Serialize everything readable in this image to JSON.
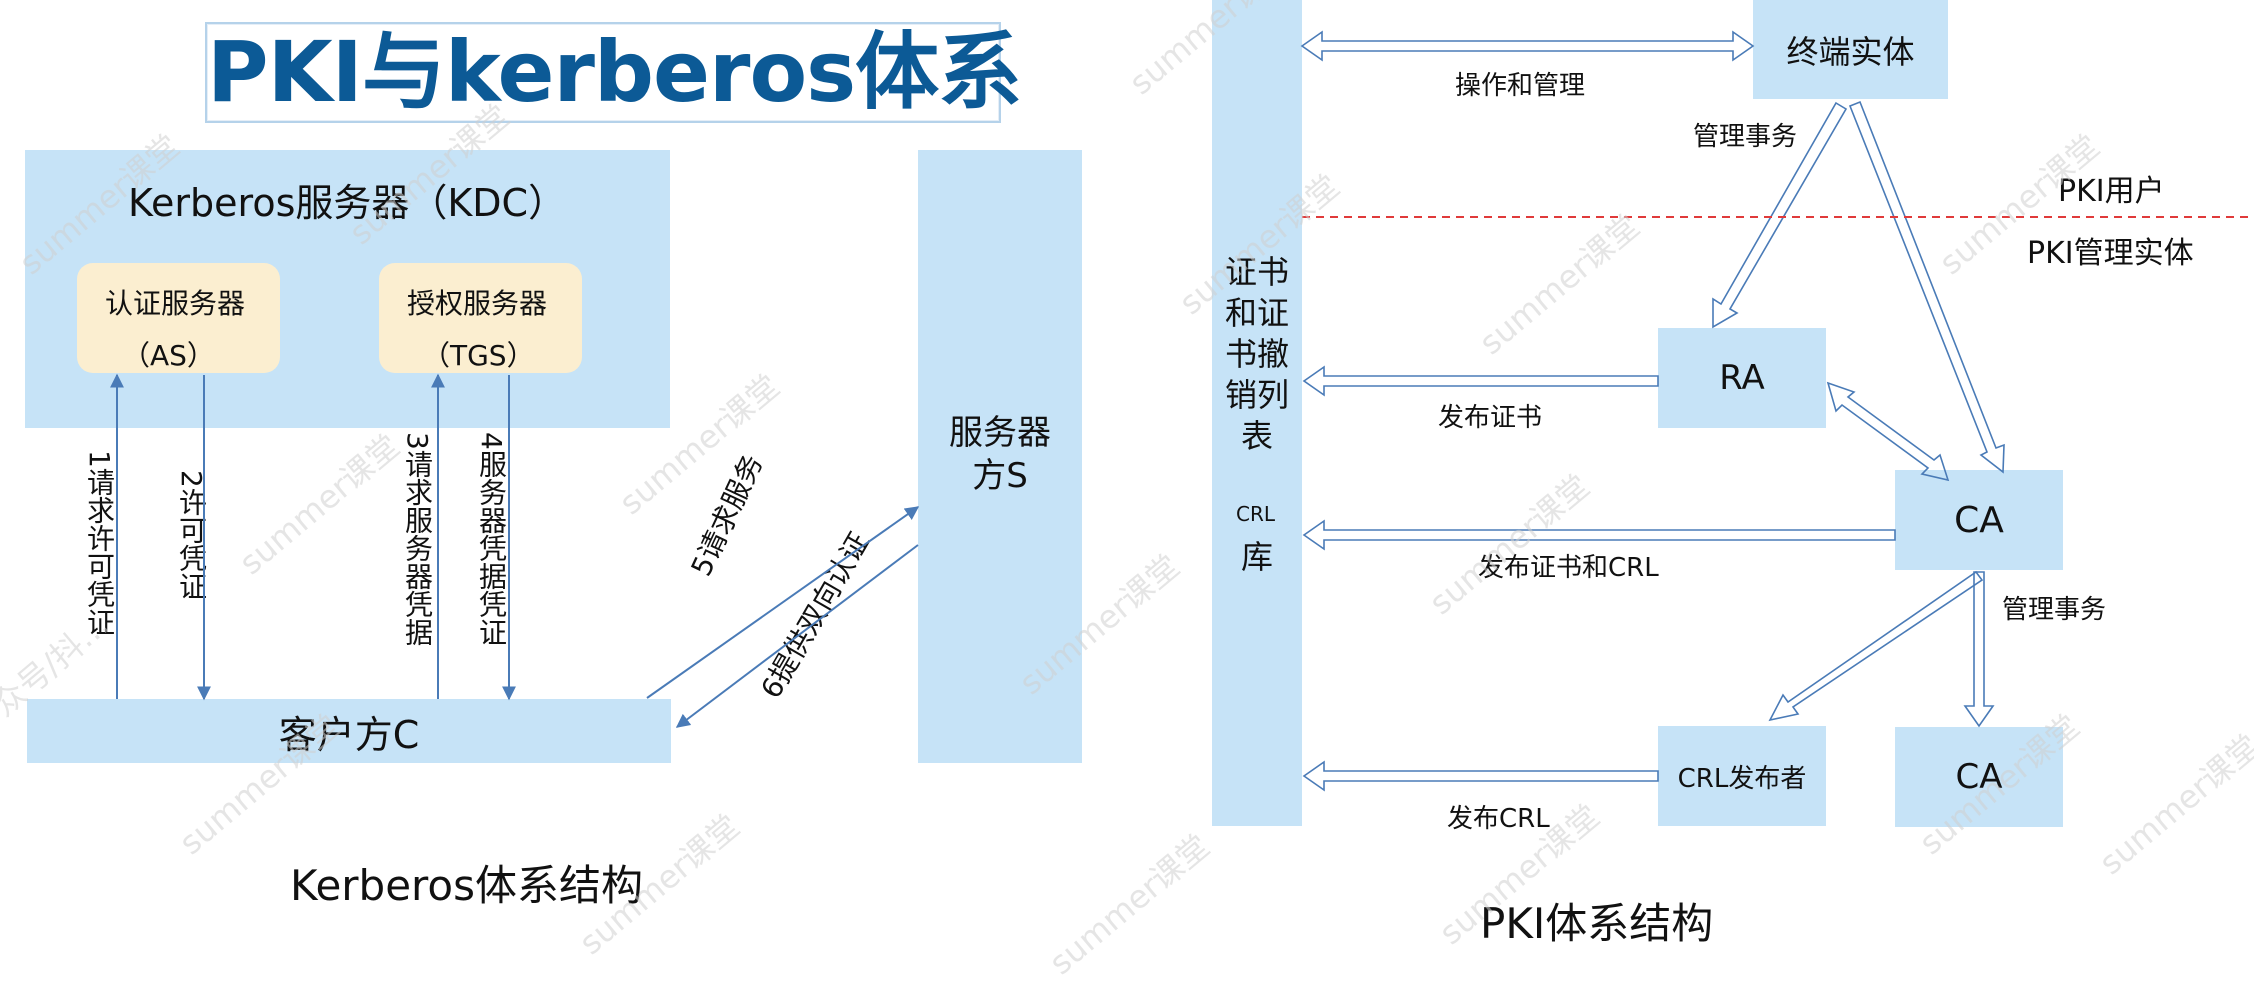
{
  "title": "PKI与kerberos体系",
  "kerberos": {
    "kdc_label": "Kerberos服务器（KDC）",
    "as_name": "认证服务器",
    "as_abbr": "（AS）",
    "tgs_name": "授权服务器",
    "tgs_abbr": "（TGS）",
    "server_line1": "服务器",
    "server_line2": "方S",
    "client_label": "客户方C",
    "arrow1": "1请求许可凭证",
    "arrow2": "2许可凭证",
    "arrow3": "3请求服务器凭据",
    "arrow4": "4服务器凭据凭证",
    "arrow5": "5请求服务",
    "arrow6": "6提供双向认证",
    "caption": "Kerberos体系结构"
  },
  "pki": {
    "repo_lines": [
      "证书",
      "和证",
      "书撤",
      "销列",
      "表"
    ],
    "crl_small": "CRL",
    "crl_repo": "库",
    "end_entity": "终端实体",
    "ra": "RA",
    "ca_main": "CA",
    "crl_publisher": "CRL发布者",
    "ca_sub": "CA",
    "op_manage": "操作和管理",
    "mgmt_tx_top": "管理事务",
    "pki_user": "PKI用户",
    "pki_mgmt_entity": "PKI管理实体",
    "publish_cert": "发布证书",
    "publish_cert_crl": "发布证书和CRL",
    "mgmt_tx_bottom": "管理事务",
    "publish_crl": "发布CRL",
    "caption": "PKI体系结构"
  },
  "watermark": "summer课堂",
  "watermark_left": "众号/抖…",
  "colors": {
    "box_fill": "#c6e3f7",
    "yellow_fill": "#fbeed0",
    "title_blue": "#0c5a96",
    "line_blue": "#4a7bb7",
    "dashed_red": "#e03a3a"
  }
}
